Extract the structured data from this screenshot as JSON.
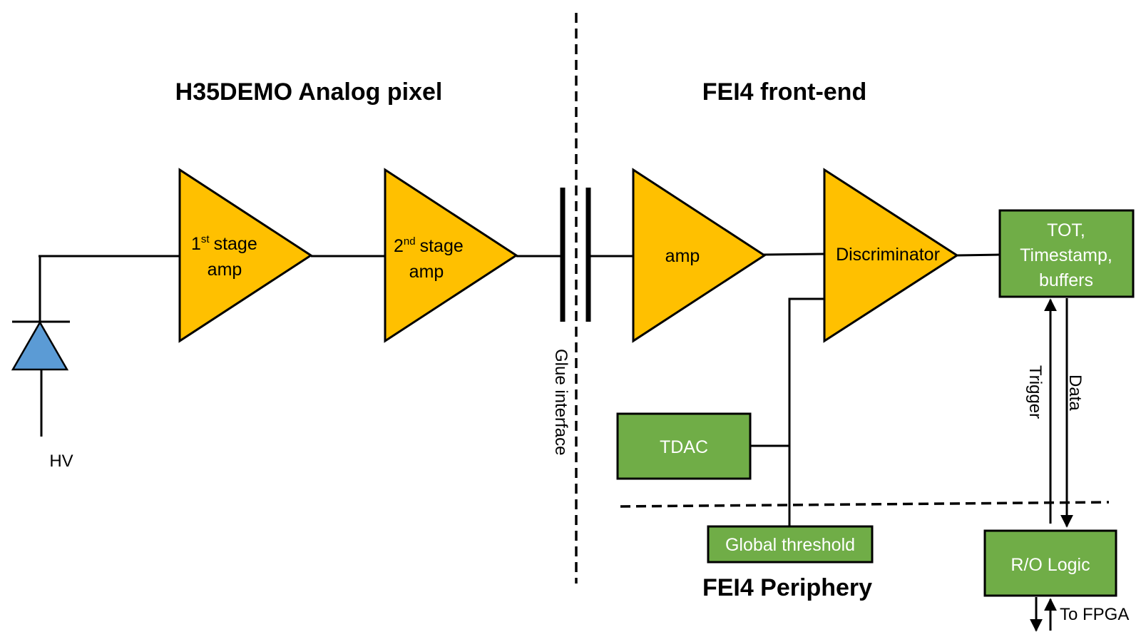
{
  "titles": {
    "analog_pixel": "H35DEMO Analog pixel",
    "fei4_front_end": "FEI4 front-end",
    "fei4_periphery": "FEI4 Periphery"
  },
  "stage1": {
    "ordinal": "1",
    "suffix": "st",
    "word": "stage",
    "line2": "amp"
  },
  "stage2": {
    "ordinal": "2",
    "suffix": "nd",
    "word": "stage",
    "line2": "amp"
  },
  "amp_label": "amp",
  "discriminator_label": "Discriminator",
  "tot_box": {
    "line1": "TOT,",
    "line2": "Timestamp,",
    "line3": "buffers"
  },
  "tdac_label": "TDAC",
  "global_threshold_label": "Global threshold",
  "ro_logic_label": "R/O Logic",
  "hv_label": "HV",
  "glue_interface_label": "Glue interface",
  "trigger_label": "Trigger",
  "data_label": "Data",
  "to_fpga_label": "To FPGA",
  "colors": {
    "amplifier_fill": "#FFC000",
    "block_fill": "#70AD47",
    "diode_fill": "#5B9BD5",
    "line": "#000000"
  }
}
